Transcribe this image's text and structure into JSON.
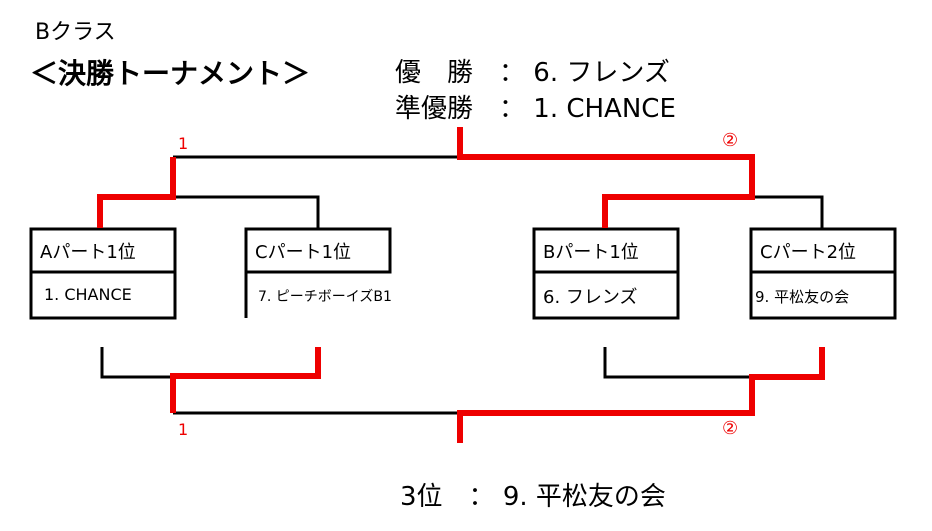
{
  "header": {
    "class_label": "Bクラス",
    "title": "＜決勝トーナメント＞"
  },
  "results": {
    "champion_label": "優　勝　：",
    "champion": "6. フレンズ",
    "runner_up_label": "準優勝　：",
    "runner_up": "1. CHANCE",
    "third_label": "3位　：",
    "third": "9. 平松友の会"
  },
  "teams": [
    {
      "slot": "Aパート1位",
      "name": "1. CHANCE"
    },
    {
      "slot": "Cパート1位",
      "name": "7. ピーチボーイズB1"
    },
    {
      "slot": "Bパート1位",
      "name": "6. フレンズ"
    },
    {
      "slot": "Cパート2位",
      "name": "9. 平松友の会"
    }
  ],
  "match_labels": {
    "top_left": "1",
    "top_right": "②",
    "bottom_left": "1",
    "bottom_right": "②"
  },
  "colors": {
    "winner_line": "#ee0000",
    "line": "#000000"
  }
}
